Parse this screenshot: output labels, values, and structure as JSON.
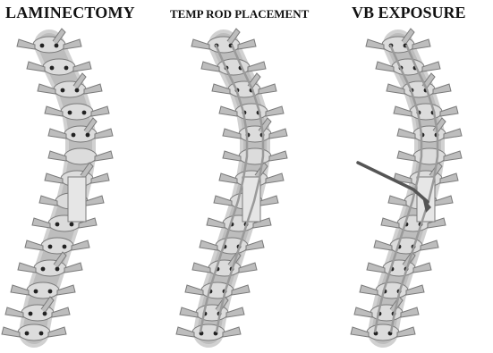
{
  "panels": [
    {
      "title": "LAMINECTOMY",
      "stage": "laminectomy"
    },
    {
      "title": "TEMP ROD PLACEMENT",
      "stage": "temp-rod"
    },
    {
      "title": "VB EXPOSURE",
      "stage": "vb-exposure"
    }
  ],
  "colors": {
    "bone": "#bdbdbd",
    "bone_light": "#dcdcdc",
    "bone_dark": "#7a7a7a",
    "screw": "#222222",
    "rod": "#9a9a9a",
    "instrument": "#555555"
  }
}
